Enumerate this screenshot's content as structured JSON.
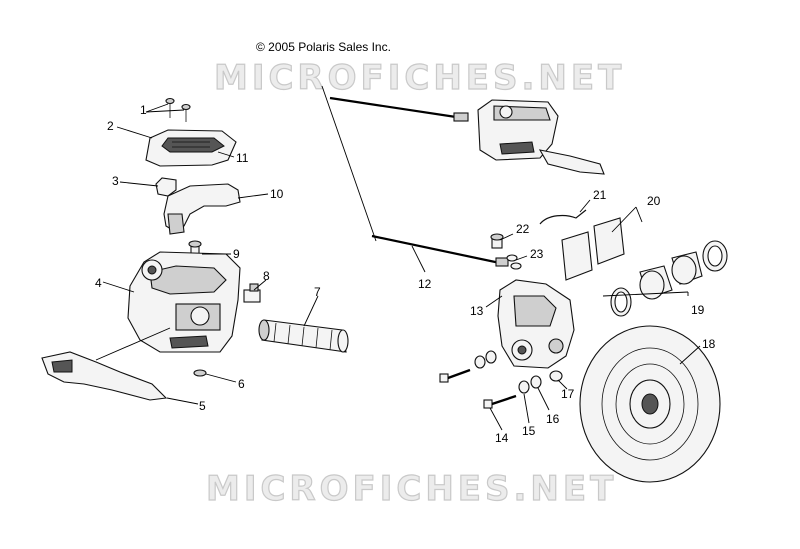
{
  "copyright": "© 2005 Polaris Sales Inc.",
  "watermark": "MICROFICHES.NET",
  "callouts": [
    "1",
    "2",
    "3",
    "4",
    "5",
    "6",
    "7",
    "8",
    "9",
    "10",
    "11",
    "12",
    "13",
    "14",
    "15",
    "16",
    "17",
    "18",
    "19",
    "20",
    "21",
    "22",
    "23"
  ]
}
